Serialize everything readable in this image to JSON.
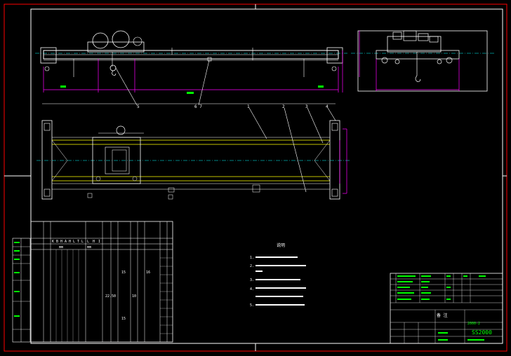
{
  "balloons": [
    "5",
    "6 7",
    "1",
    "2",
    "3",
    "4"
  ],
  "notes_title": "说明",
  "notes": [
    "1.",
    "2.",
    "3.",
    "4.",
    "5."
  ],
  "params_table": {
    "col_headers": [
      "K",
      "B",
      "H",
      "A",
      "H",
      "L",
      "T",
      "L",
      "L",
      "H",
      "I"
    ],
    "unit_row": [
      "mm",
      "mm"
    ],
    "values": [
      "22.50",
      "15",
      "15",
      "10",
      "16"
    ]
  },
  "title_block": {
    "title_mark": "备 注",
    "drawing_id": "SS2000",
    "sheet_label": "2000-2"
  },
  "colors": {
    "frame": "#ff0000",
    "border": "#ffffff",
    "dims": "#ff00ff",
    "beam": "#ffff00",
    "centerline": "#00ffff",
    "table_text": "#00ff00"
  }
}
